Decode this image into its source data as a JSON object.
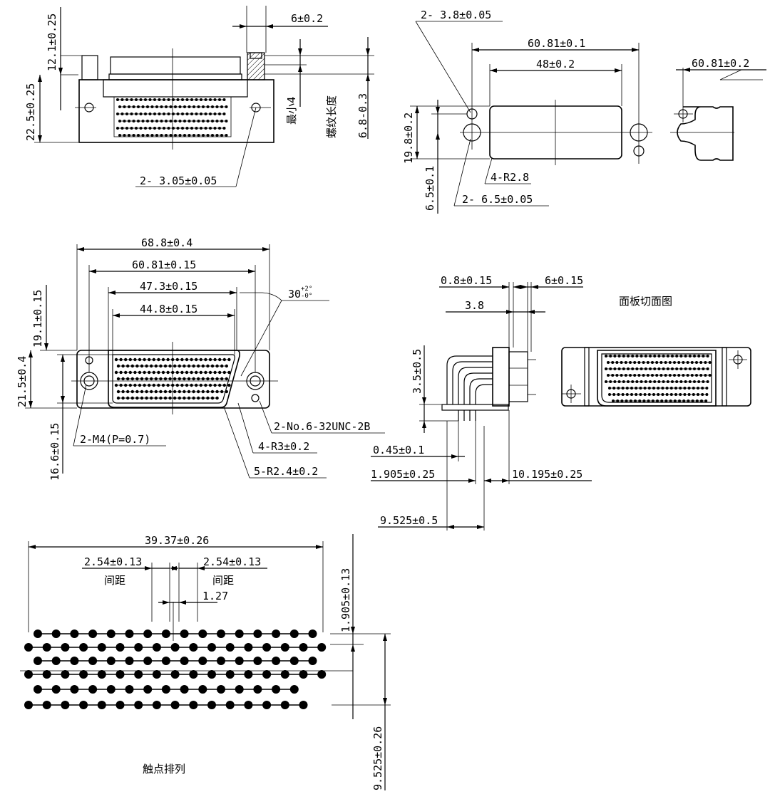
{
  "view1": {
    "dim_12_1": "12.1±0.25",
    "dim_22_5": "22.5±0.25",
    "dim_6": "6±0.2",
    "dim_min4": "最小4",
    "dim_thread": "螺纹长度",
    "dim_6_8": "6.8-0.3",
    "dim_hole": "2-  3.05±0.05"
  },
  "view2": {
    "dim_hole_small": "2-  3.8±0.05",
    "dim_60_81": "60.81±0.1",
    "dim_48": "48±0.2",
    "dim_19_8": "19.8±0.2",
    "dim_6_5": "6.5±0.1",
    "dim_r": "4-R2.8",
    "dim_hole_large": "2-  6.5±0.05"
  },
  "view3": {
    "dim_60_81": "60.81±0.2"
  },
  "view4": {
    "dim_68_8": "68.8±0.4",
    "dim_60_81": "60.81±0.15",
    "dim_47_3": "47.3±0.15",
    "dim_44_8": "44.8±0.15",
    "dim_angle": "30",
    "dim_angle_plus": "+2°",
    "dim_angle_minus": "-0°",
    "dim_angle_base": "0",
    "dim_19_1": "19.1±0.15",
    "dim_21_5": "21.5±0.4",
    "dim_16_6": "16.6±0.15",
    "callout_m4": "2-M4(P=0.7)",
    "callout_unc": "2-No.6-32UNC-2B",
    "callout_r3": "4-R3±0.2",
    "callout_r2_4": "5-R2.4±0.2"
  },
  "view5": {
    "dim_0_8": "0.8±0.15",
    "dim_6": "6±0.15",
    "dim_3_8": "3.8",
    "dim_3_5": "3.5±0.5",
    "dim_0_45": "0.45±0.1",
    "dim_1_905": "1.905±0.25",
    "dim_10_195": "10.195±0.25",
    "dim_9_525": "9.525±0.5"
  },
  "view6": {
    "title": "面板切面图"
  },
  "view7": {
    "dim_39_37": "39.37±0.26",
    "dim_pitch_left": "2.54±0.13",
    "dim_pitch_right": "2.54±0.13",
    "pitch_label_left": "间距",
    "pitch_label_right": "间距",
    "dim_1_27": "1.27",
    "dim_1_905": "1.905±0.13",
    "dim_9_525": "9.525±0.26",
    "title": "触点排列"
  }
}
